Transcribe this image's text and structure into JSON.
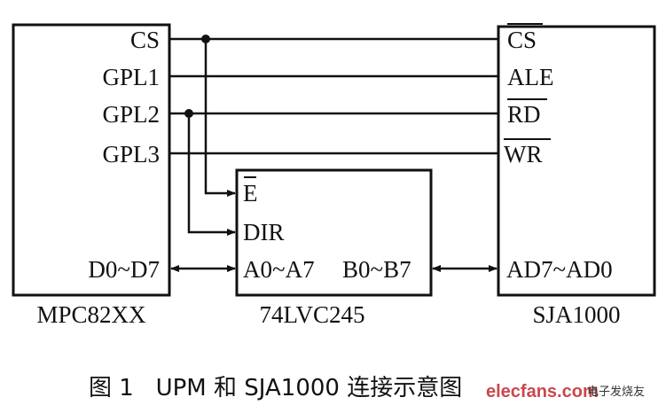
{
  "blocks": {
    "mpc": {
      "name": "MPC82XX",
      "pins": [
        "CS",
        "GPL1",
        "GPL2",
        "GPL3",
        "D0~D7"
      ]
    },
    "buffer": {
      "name": "74LVC245",
      "pins": [
        "E",
        "DIR",
        "A0~A7",
        "B0~B7"
      ]
    },
    "sja": {
      "name": "SJA1000",
      "pins": [
        "CS",
        "ALE",
        "RD",
        "WR",
        "AD7~AD0"
      ]
    }
  },
  "caption": "图 1   UPM 和 SJA1000 连接示意图",
  "watermark": {
    "logo": "elecfans.com",
    "text": "电子发烧友"
  }
}
